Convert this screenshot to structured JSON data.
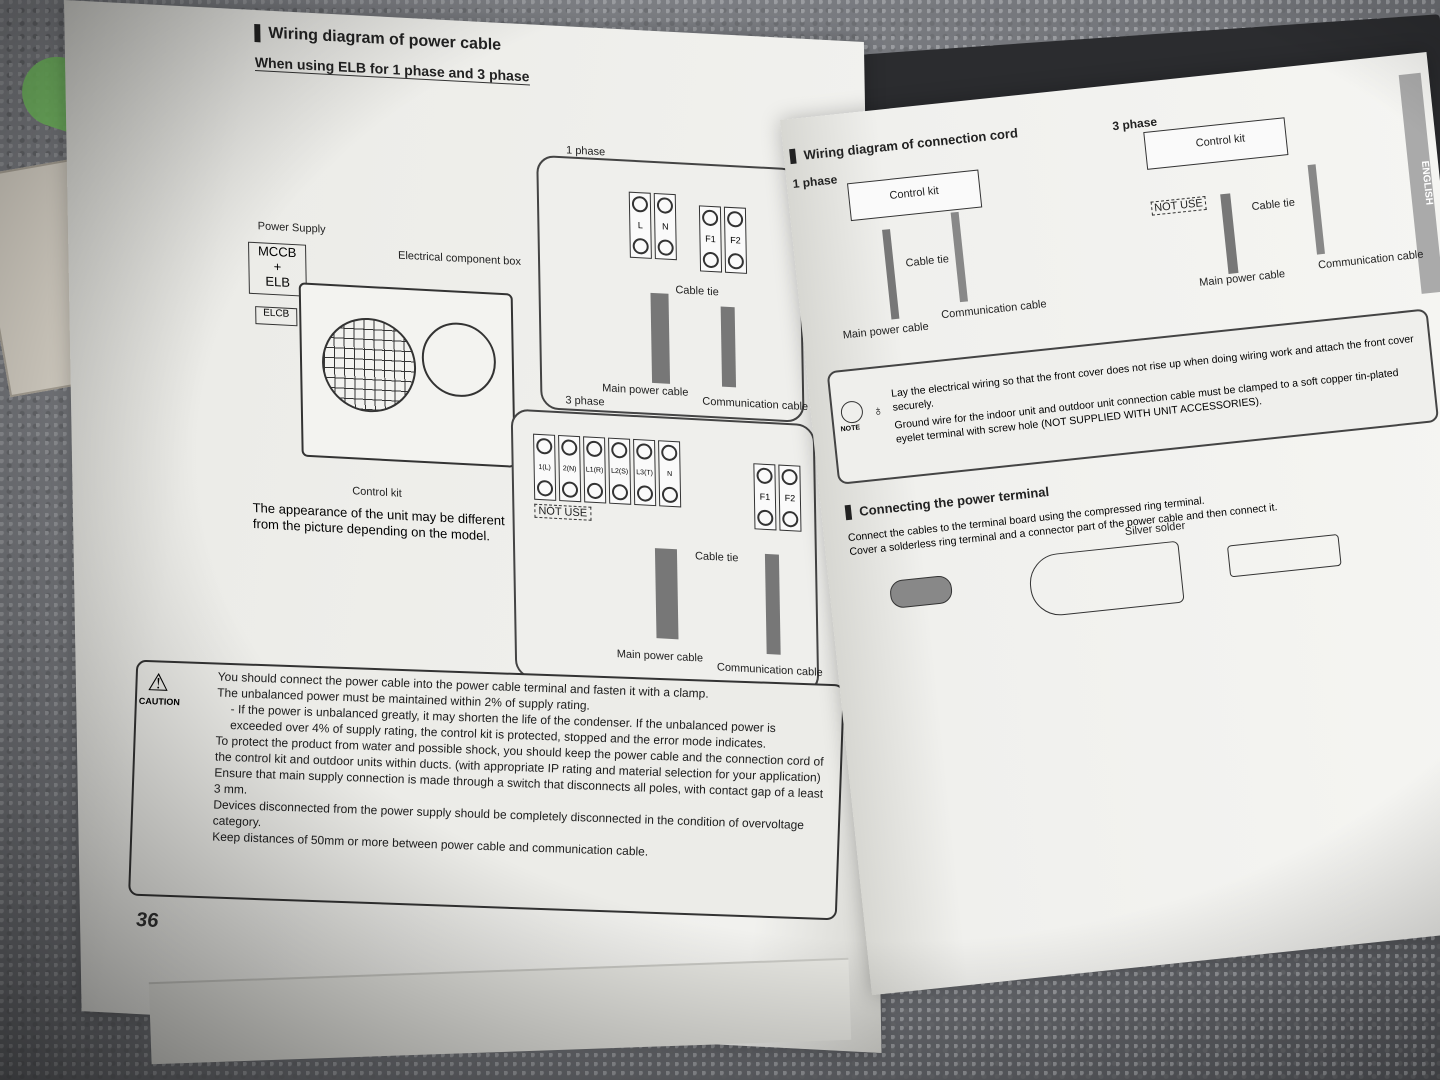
{
  "left_page": {
    "heading": "Wiring diagram of power cable",
    "subheading": "When using ELB for 1 phase and 3 phase",
    "one_phase_label": "1 phase",
    "three_phase_label": "3 phase",
    "power_supply_label": "Power Supply",
    "breaker_label_1": "MCCB",
    "breaker_plus": "+",
    "breaker_label_2": "ELB",
    "elcb_label": "ELCB",
    "electrical_box_label": "Electrical component box",
    "control_kit_label": "Control kit",
    "cable_tie_label": "Cable tie",
    "main_power_cable_label": "Main power cable",
    "communication_cable_label": "Communication cable",
    "not_use_label": "NOT USE",
    "terminals_1p_power": [
      "L",
      "N"
    ],
    "terminals_1p_comm": [
      "F1",
      "F2"
    ],
    "terminals_3p_power": [
      "1(L)",
      "2(N)",
      "L1(R)",
      "L2(S)",
      "L3(T)",
      "N"
    ],
    "terminals_3p_comm": [
      "F1",
      "F2"
    ],
    "appearance_note": "The appearance of the unit may be different from the picture depending on the model.",
    "caution_label": "CAUTION",
    "caution_items": [
      "You should connect the power cable into the power cable terminal and fasten it with a clamp.",
      "The unbalanced power must be maintained within 2% of supply rating.",
      "- If the power is unbalanced greatly, it may shorten the life of the condenser. If the unbalanced power is exceeded over 4% of supply rating, the control kit is protected, stopped and the error mode indicates.",
      "To protect the product from water and possible shock, you should keep the power cable and the connection cord of the control kit and outdoor units within ducts. (with appropriate IP rating and material selection for your application)",
      "Ensure that main supply connection is made through a switch that disconnects all poles, with contact gap of a least 3 mm.",
      "Devices disconnected from the power supply should be completely disconnected in the condition of overvoltage category.",
      "Keep distances of 50mm or more between power cable and communication cable."
    ],
    "page_number": "36"
  },
  "right_page": {
    "heading": "Wiring diagram of connection cord",
    "one_phase_label": "1 phase",
    "three_phase_label": "3 phase",
    "control_kit_label": "Control kit",
    "cable_tie_label": "Cable tie",
    "main_power_cable_label": "Main power cable",
    "communication_cable_label": "Communication cable",
    "not_use_label": "NOT USE",
    "english_tab": "ENGLISH",
    "note_label": "NOTE",
    "note_items": [
      "Lay the electrical wiring so that the front cover does not rise up when doing wiring work and attach the front cover securely.",
      "Ground wire for the indoor unit and outdoor unit connection cable must be clamped to a soft copper tin-plated eyelet terminal with screw hole (NOT SUPPLIED WITH UNIT ACCESSORIES)."
    ],
    "terminal_heading": "Connecting the power terminal",
    "terminal_items": [
      "Connect the cables to the terminal board using the compressed ring terminal.",
      "Cover a solderless ring terminal and a connector part of the power cable and then connect it."
    ],
    "silver_solder_label": "Silver solder"
  },
  "colors": {
    "paper": "#ecece8",
    "ink": "#222222",
    "folder": "#2b2c2f",
    "clip": "#7fd16a"
  }
}
